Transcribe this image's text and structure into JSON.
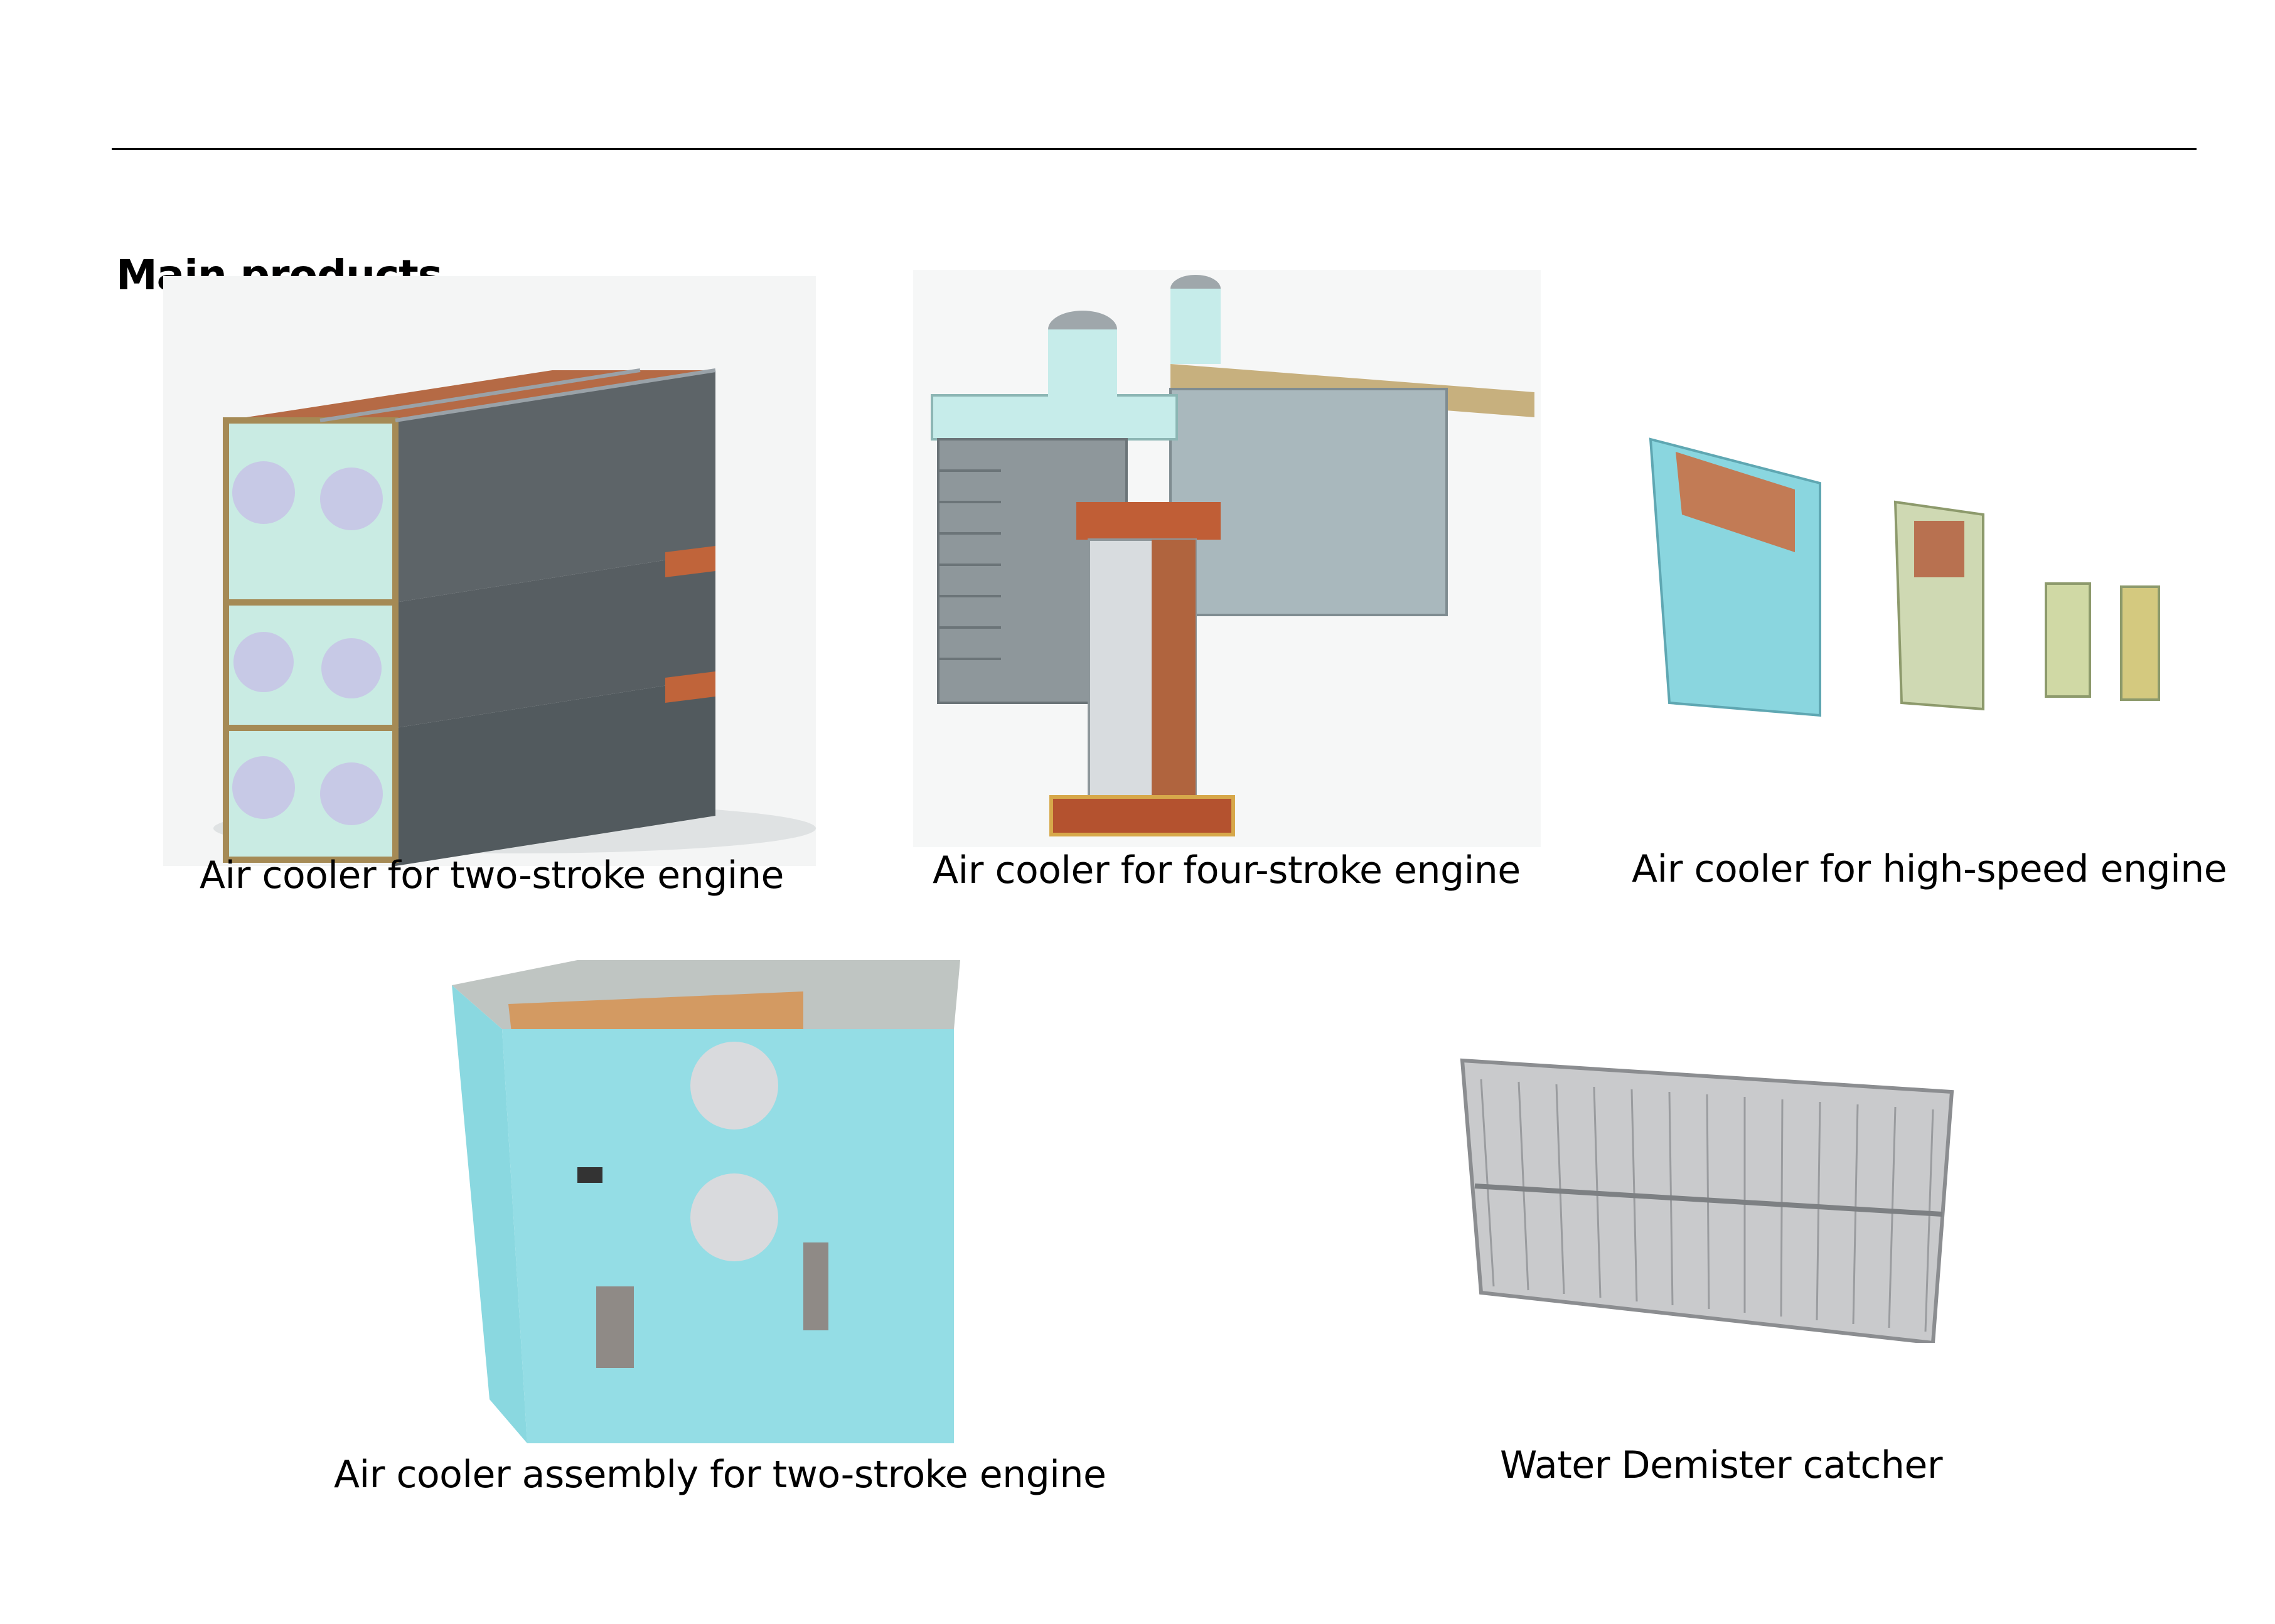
{
  "page": {
    "heading": "Main products"
  },
  "products": [
    {
      "caption": "Air cooler for two-stroke engine",
      "image_icon": "stacked-air-cooler-image"
    },
    {
      "caption": "Air cooler for four-stroke engine",
      "image_icon": "four-stroke-air-cooler-image"
    },
    {
      "caption": "Air cooler for high-speed engine",
      "image_icon": "high-speed-air-cooler-image"
    },
    {
      "caption": "Air cooler assembly for two-stroke engine",
      "image_icon": "air-cooler-assembly-image"
    },
    {
      "caption": "Water Demister catcher",
      "image_icon": "water-demister-image"
    }
  ],
  "colors": {
    "cooler_body": "#bfe6dc",
    "cooler_blue": "#8fd8e0",
    "copper_fins": "#c8724a",
    "steel": "#9aa2a8"
  }
}
